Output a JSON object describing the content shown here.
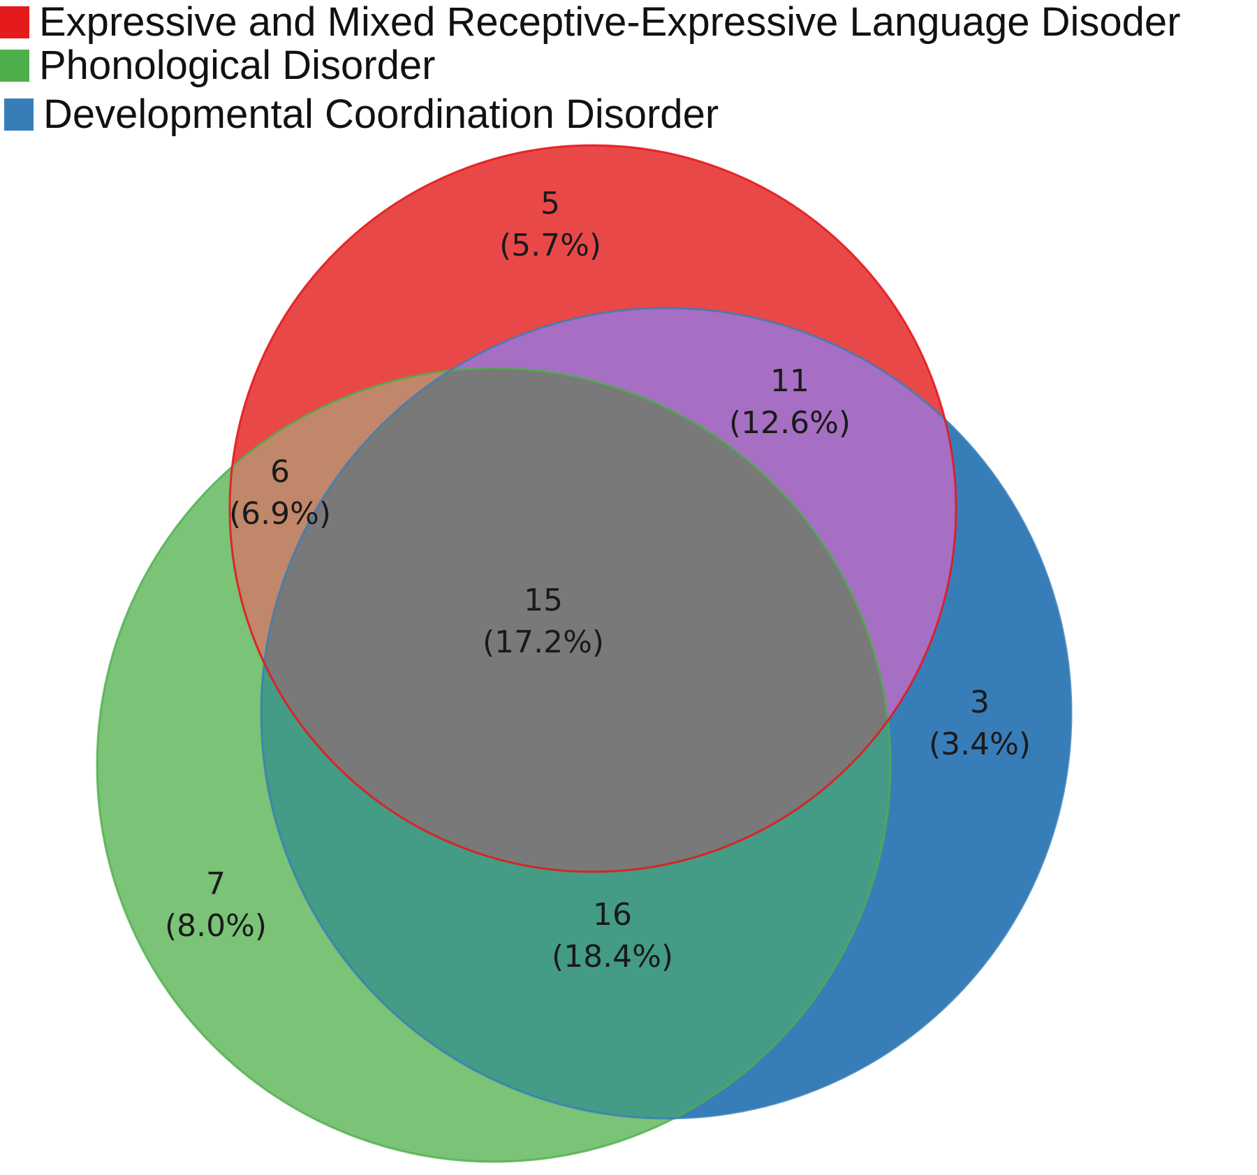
{
  "legend": [
    {
      "label": "Expressive and Mixed Receptive-Expressive Language Disoder",
      "color": "#e41a1c"
    },
    {
      "label": "Phonological Disorder",
      "color": "#4daf4a"
    },
    {
      "label": "Developmental Coordination Disorder",
      "color": "#377eb8"
    }
  ],
  "regions": {
    "language_only": {
      "count": "5",
      "percent": "(5.7%)"
    },
    "language_dcd": {
      "count": "11",
      "percent": "(12.6%)"
    },
    "language_phonological": {
      "count": "6",
      "percent": "(6.9%)"
    },
    "all_three": {
      "count": "15",
      "percent": "(17.2%)"
    },
    "dcd_only": {
      "count": "3",
      "percent": "(3.4%)"
    },
    "phonological_only": {
      "count": "7",
      "percent": "(8.0%)"
    },
    "phonological_dcd": {
      "count": "16",
      "percent": "(18.4%)"
    }
  },
  "colors": {
    "language": "#e41a1c",
    "phonological": "#4daf4a",
    "dcd": "#377eb8",
    "language_dcd_overlap": "#a66fc3",
    "language_phonological_overlap": "#c0876a",
    "phonological_dcd_overlap": "#449b86",
    "center_overlap": "#797979"
  }
}
